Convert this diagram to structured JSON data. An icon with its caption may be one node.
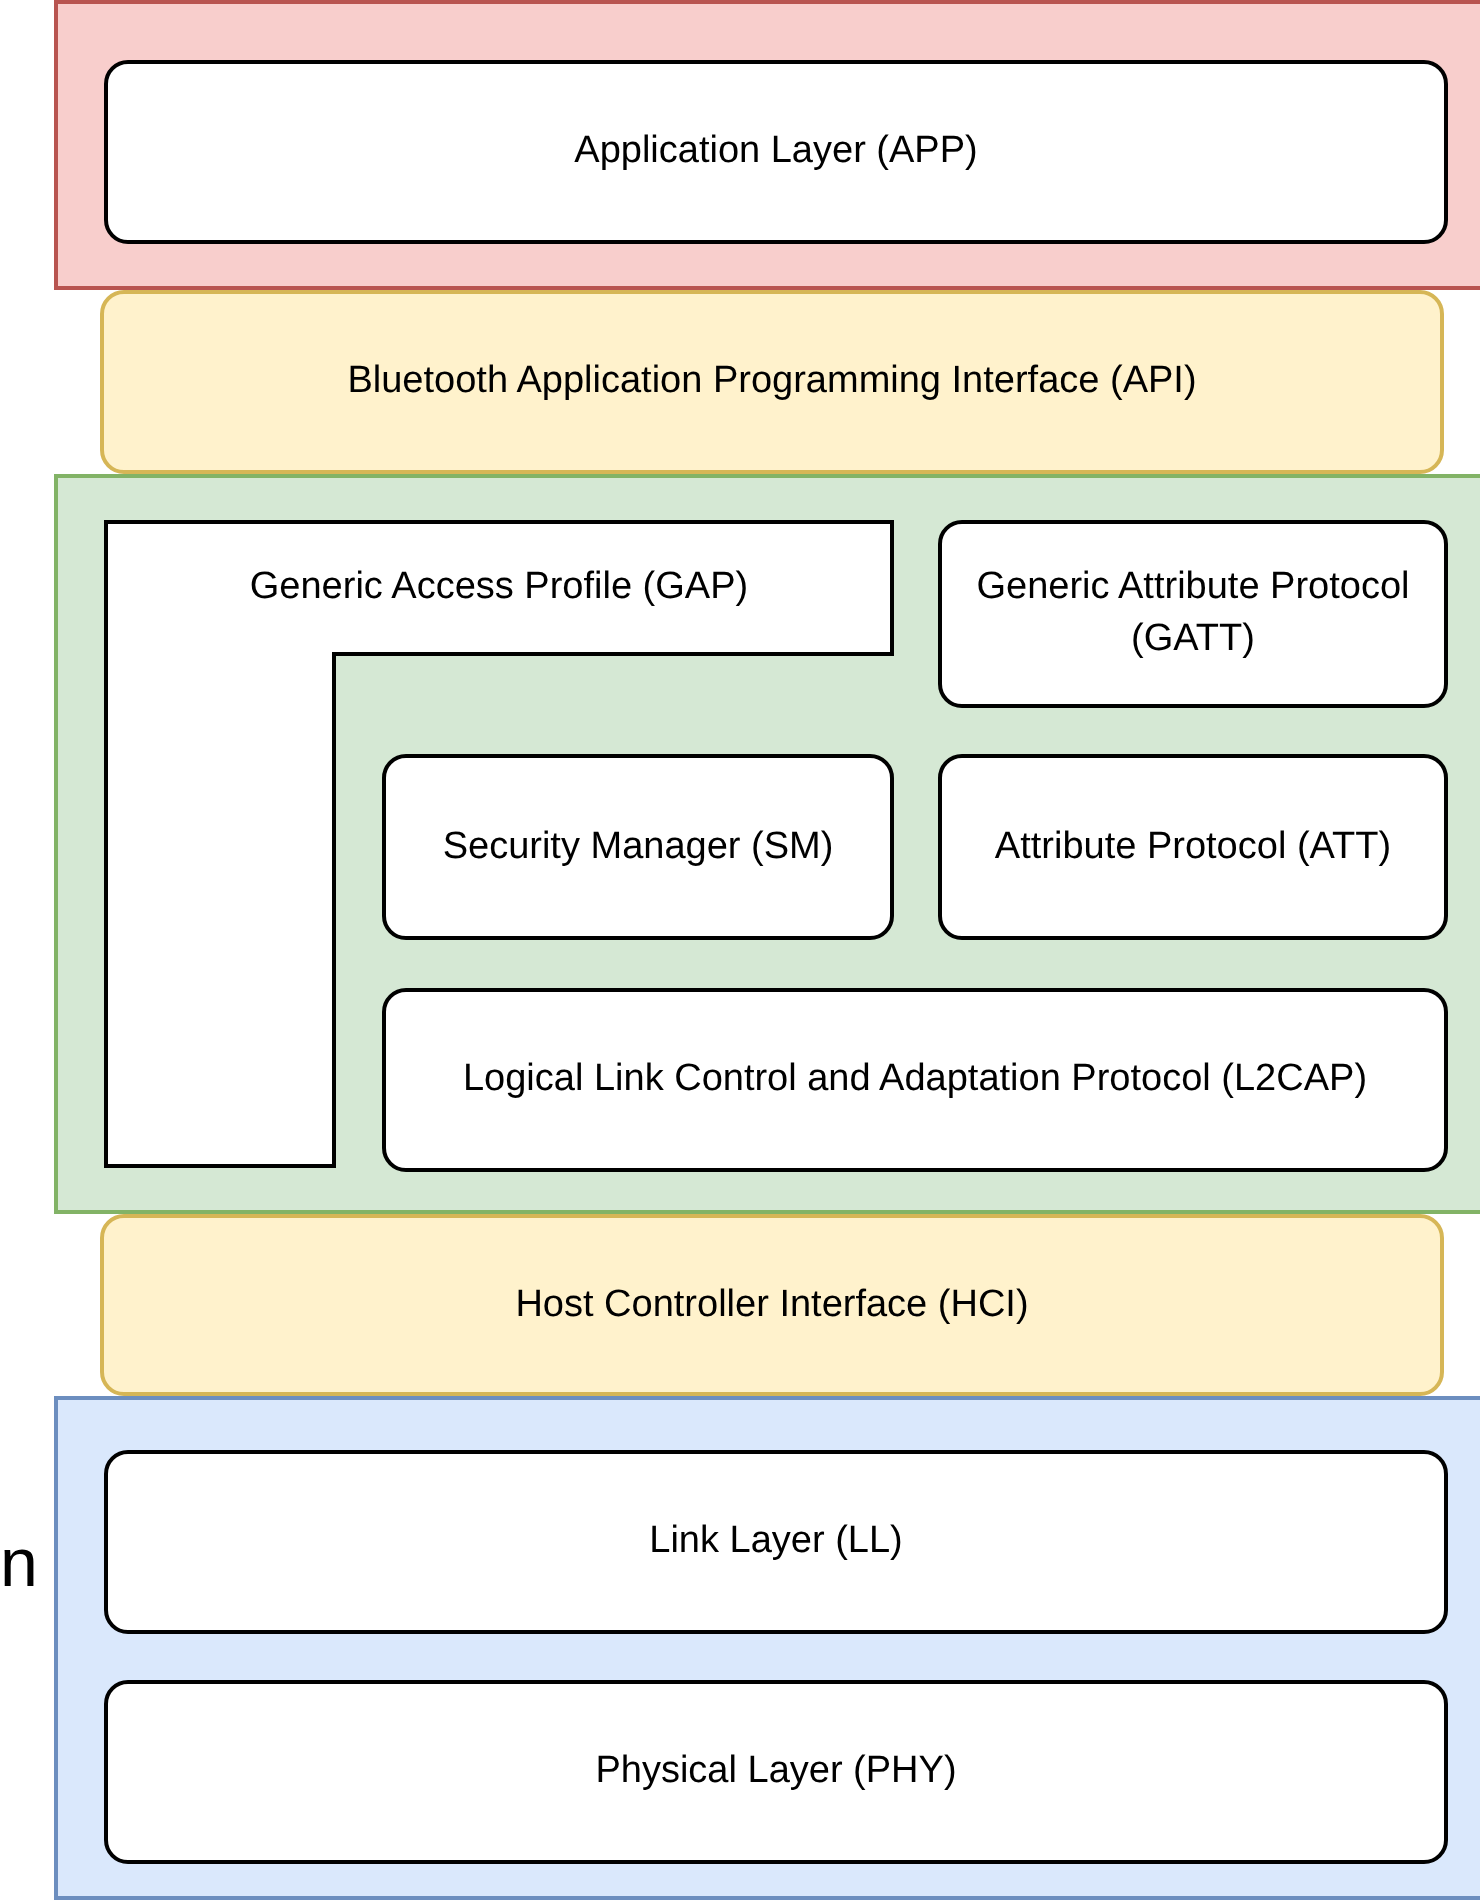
{
  "diagram": {
    "nodes": [
      {
        "text": [],
        "shape": "box"
      },
      {
        "text": [
          "Application Layer (APP)"
        ],
        "in": 0
      },
      {
        "text": [
          "Bluetooth Application Programming Interface (API)"
        ]
      },
      {
        "text": [],
        "shape": "box"
      },
      {
        "text": [
          "Generic Access Profile (GAP)"
        ],
        "in": 3
      },
      {
        "text": [
          "Generic Attribute Protocol (GATT)"
        ],
        "in": 3
      },
      {
        "text": [
          "Security Manager (SM)"
        ],
        "in": 3
      },
      {
        "text": [
          "Attribute Protocol (ATT)"
        ],
        "in": 3
      },
      {
        "text": [
          "Logical Link Control and Adaptation Protocol (L2CAP)"
        ],
        "in": 3
      },
      {
        "text": [
          "Host Controller Interface (HCI)"
        ]
      },
      {
        "text": [],
        "shape": "box"
      },
      {
        "text": [
          "Link Layer (LL)"
        ],
        "in": 10
      },
      {
        "text": [
          "Physical Layer (PHY)"
        ],
        "in": 10
      }
    ],
    "labels": [
      "n"
    ]
  }
}
